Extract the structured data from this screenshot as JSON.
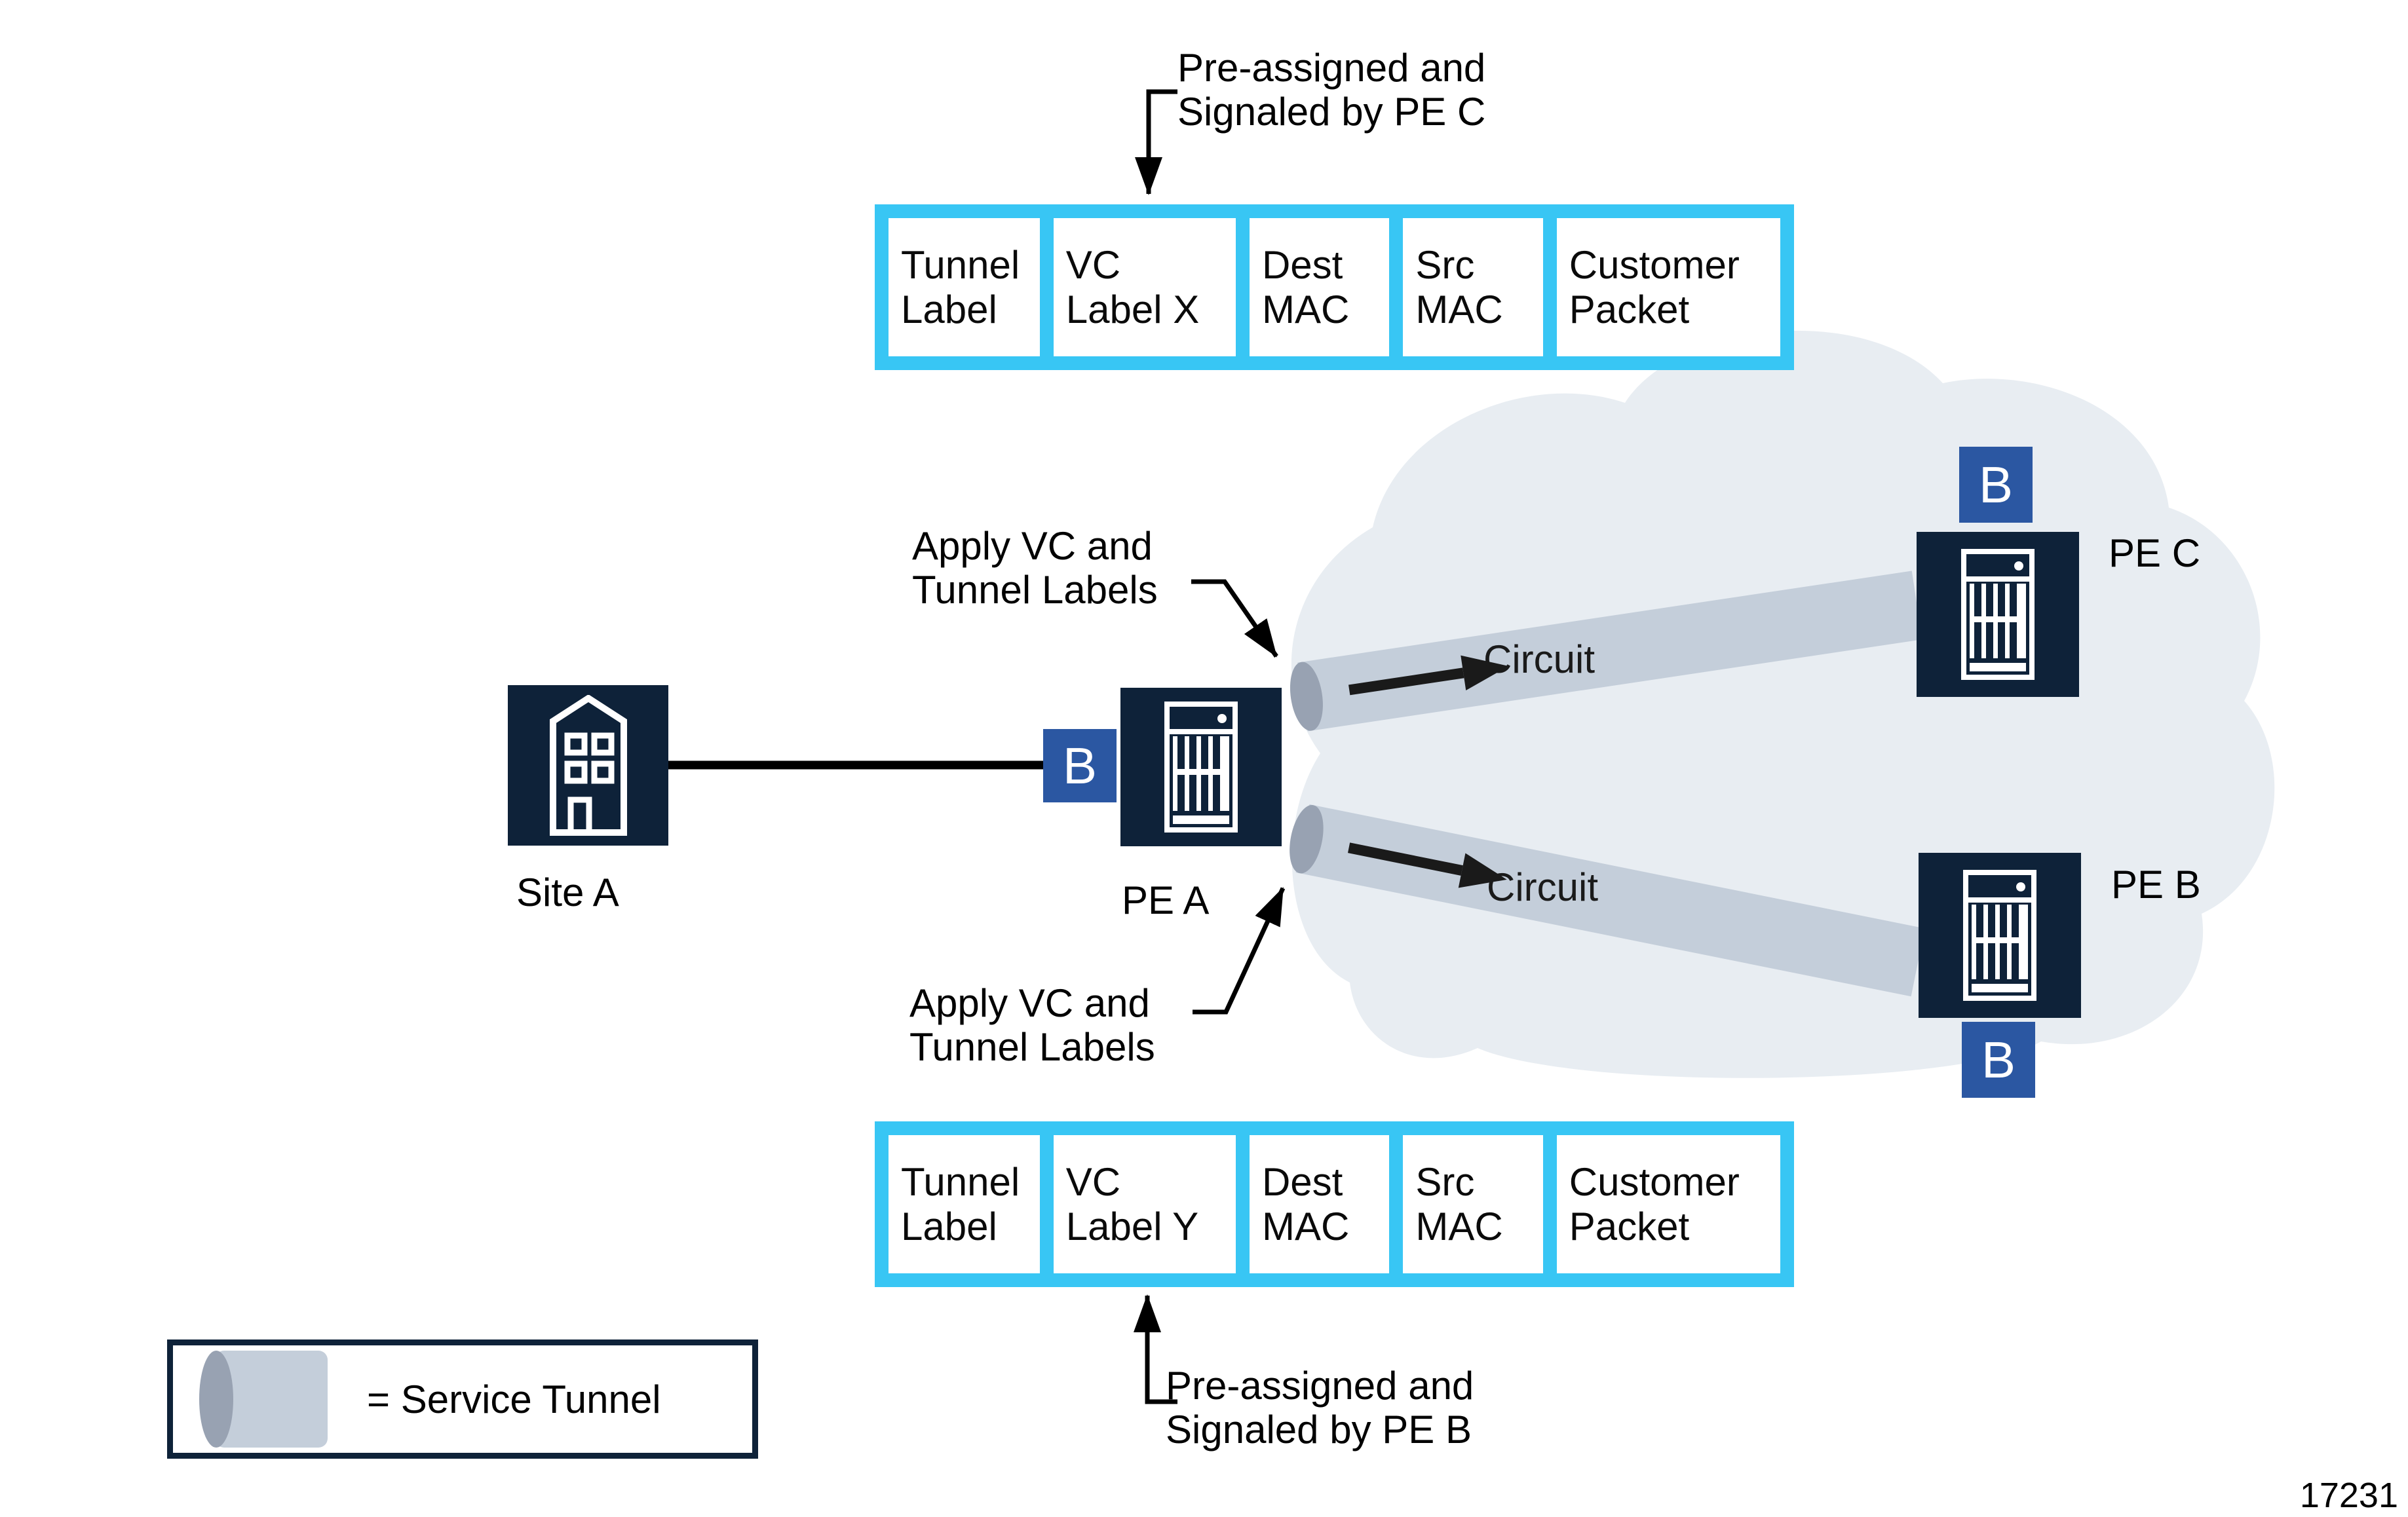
{
  "colors": {
    "cyan": "#38C6F4",
    "navy": "#0E2239",
    "badge": "#2B57A2",
    "cloud": "#E8EDF2",
    "tunnel_body": "#C4CEDA",
    "tunnel_cap": "#98A2B2"
  },
  "packet_top": {
    "fields": [
      [
        "Tunnel",
        "Label"
      ],
      [
        "VC",
        "Label X"
      ],
      [
        "Dest",
        "MAC"
      ],
      [
        "Src",
        "MAC"
      ],
      [
        "Customer",
        "Packet"
      ]
    ],
    "note_line1": "Pre-assigned and",
    "note_line2": "Signaled by PE C"
  },
  "packet_bottom": {
    "fields": [
      [
        "Tunnel",
        "Label"
      ],
      [
        "VC",
        "Label Y"
      ],
      [
        "Dest",
        "MAC"
      ],
      [
        "Src",
        "MAC"
      ],
      [
        "Customer",
        "Packet"
      ]
    ],
    "note_line1": "Pre-assigned and",
    "note_line2": "Signaled by PE B"
  },
  "apply_note_top": {
    "line1": "Apply VC and",
    "line2": "Tunnel Labels"
  },
  "apply_note_bottom": {
    "line1": "Apply VC and",
    "line2": "Tunnel Labels"
  },
  "circuits": {
    "upper_label": "Circuit",
    "lower_label": "Circuit"
  },
  "nodes": {
    "site_a": {
      "label": "Site A"
    },
    "pe_a": {
      "label": "PE A",
      "badge": "B"
    },
    "pe_c": {
      "label": "PE C",
      "badge": "B"
    },
    "pe_b": {
      "label": "PE B",
      "badge": "B"
    }
  },
  "legend": {
    "text": "= Service Tunnel"
  },
  "figure_number": "17231"
}
